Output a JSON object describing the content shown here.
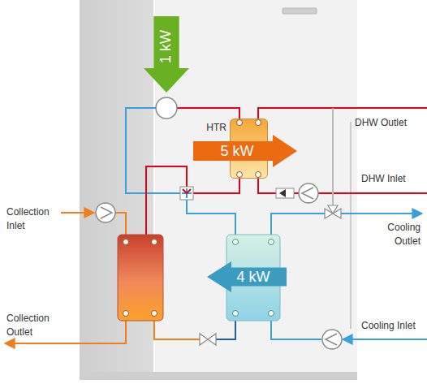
{
  "diagram": {
    "nodes": [
      {
        "text": [
          "1 kW"
        ]
      },
      {
        "text": [
          "HTR"
        ]
      },
      {
        "text": [
          "5 kW"
        ]
      },
      {
        "text": [
          "4 kW"
        ]
      }
    ],
    "labels": [
      "DHW Outlet",
      "DHW Inlet",
      "Cooling Outlet",
      "Cooling Inlet",
      "Collection Inlet",
      "Collection Outlet"
    ]
  }
}
